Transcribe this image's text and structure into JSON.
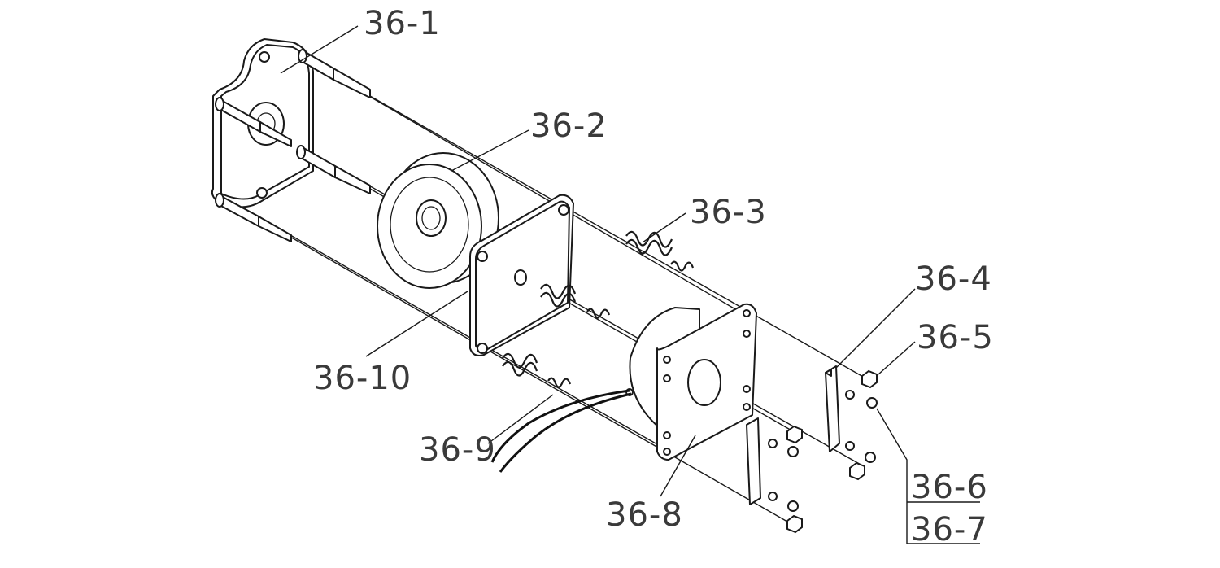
{
  "diagram": {
    "callouts": {
      "c1": "36-1",
      "c2": "36-2",
      "c3": "36-3",
      "c4": "36-4",
      "c5": "36-5",
      "c6": "36-6",
      "c7": "36-7",
      "c8": "36-8",
      "c9": "36-9",
      "c10": "36-10"
    }
  }
}
